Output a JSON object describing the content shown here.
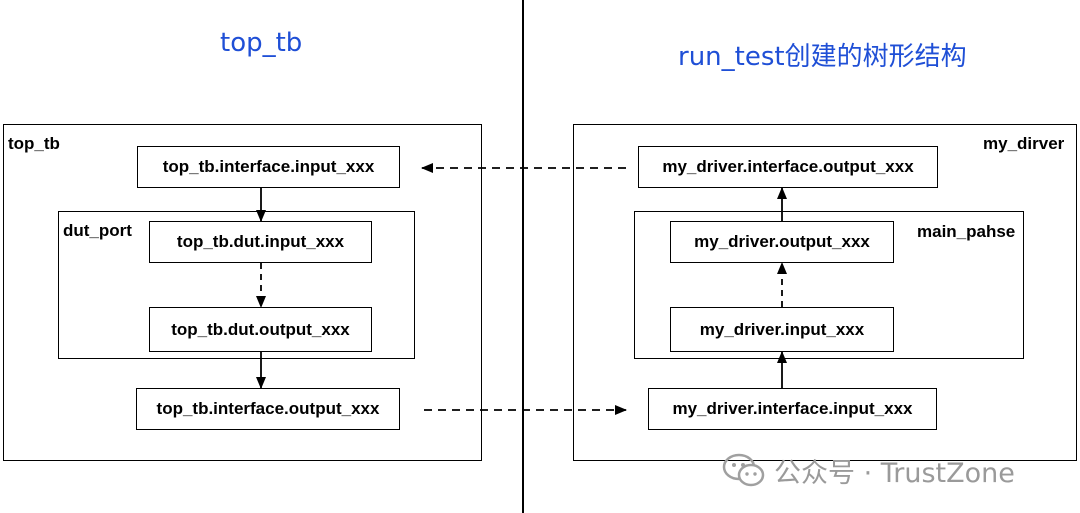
{
  "headings": {
    "left": "top_tb",
    "right": "run_test创建的树形结构"
  },
  "left": {
    "frame_label": "top_tb",
    "group_label": "dut_port",
    "nodes": {
      "interface_input": "top_tb.interface.input_xxx",
      "dut_input": "top_tb.dut.input_xxx",
      "dut_output": "top_tb.dut.output_xxx",
      "interface_output": "top_tb.interface.output_xxx"
    }
  },
  "right": {
    "frame_label": "my_dirver",
    "group_label": "main_pahse",
    "nodes": {
      "interface_output": "my_driver.interface.output_xxx",
      "output": "my_driver.output_xxx",
      "input": "my_driver.input_xxx",
      "interface_input": "my_driver.interface.input_xxx"
    }
  },
  "watermark": {
    "text": "公众号 · TrustZone",
    "icon": "wechat-icon"
  }
}
